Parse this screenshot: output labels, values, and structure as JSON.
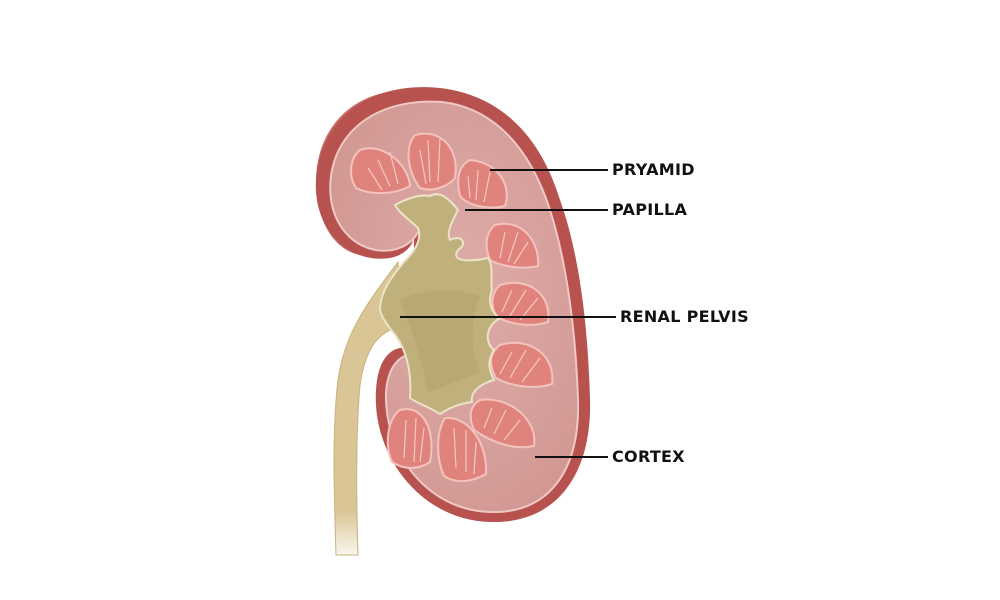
{
  "diagram": {
    "labels": {
      "pyramid": "PRYAMID",
      "papilla": "PAPILLA",
      "renal_pelvis": "RENAL PELVIS",
      "cortex": "CORTEX"
    },
    "colors": {
      "background": "#ffffff",
      "capsule": "#b8524f",
      "cortex": "#d9a3a0",
      "pyramid": "#e0837c",
      "pelvis": "#bfb07c",
      "ureter": "#d9c596",
      "leader_line": "#111111",
      "label_text": "#111111"
    }
  }
}
